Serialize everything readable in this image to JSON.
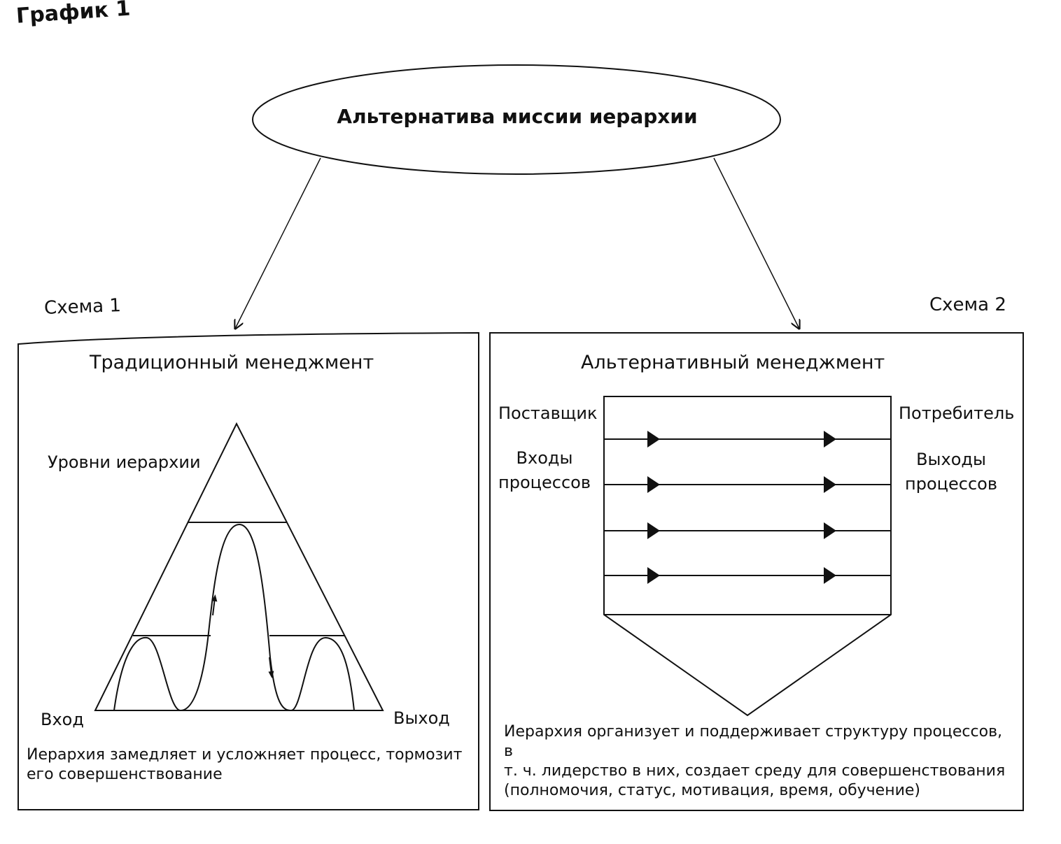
{
  "figure_label": "График 1",
  "root": {
    "text": "Альтернатива миссии иерархии"
  },
  "scheme1": {
    "caption": "Схема 1",
    "title": "Традиционный менеджмент",
    "levels_label": "Уровни иерархии",
    "input_label": "Вход",
    "output_label": "Выход",
    "note": [
      "Иерархия замедляет и усложняет процесс, тормозит",
      "его совершенствование"
    ]
  },
  "scheme2": {
    "caption": "Схема 2",
    "title": "Альтернативный менеджмент",
    "supplier_label": "Поставщик",
    "consumer_label": "Потребитель",
    "inputs_label": [
      "Входы",
      "процессов"
    ],
    "outputs_label": [
      "Выходы",
      "процессов"
    ],
    "process_lines": 4,
    "note": [
      "Иерархия организует и поддерживает структуру процессов, в",
      "т. ч. лидерство в них, создает среду для совершенствования",
      "(полномочия, статус, мотивация, время, обучение)"
    ]
  },
  "colors": {
    "ink": "#111111",
    "background": "#ffffff"
  }
}
